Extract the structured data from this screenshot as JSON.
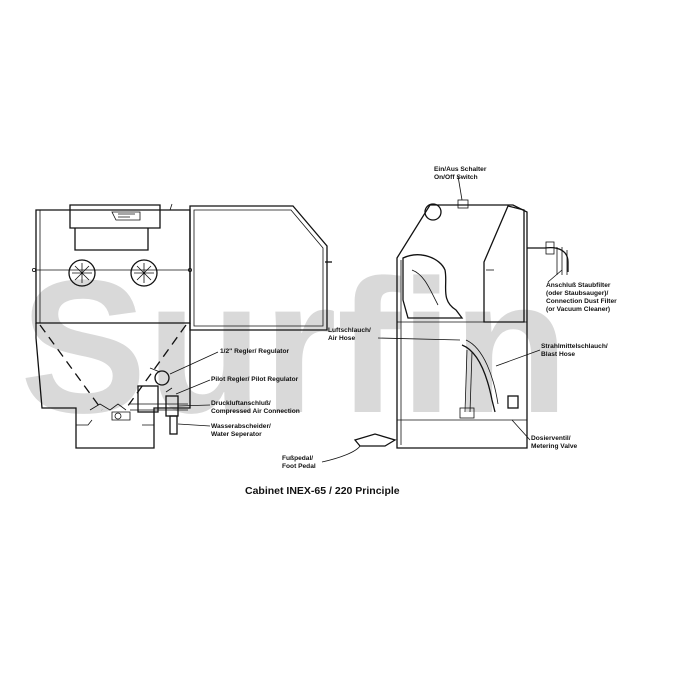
{
  "watermark": "Surfin",
  "caption": "Cabinet INEX-65 / 220 Principle",
  "labels": {
    "regulator": "1/2\" Regler/ Regulator",
    "pilot_regulator": "Pilot Regler/ Pilot Regulator",
    "compressed_air_1": "Druckluftanschluß/",
    "compressed_air_2": "Compressed Air Connection",
    "water_separator_1": "Wasserabscheider/",
    "water_separator_2": "Water Seperator",
    "foot_pedal_1": "Fußpedal/",
    "foot_pedal_2": "Foot Pedal",
    "on_off_1": "Ein/Aus Schalter",
    "on_off_2": "On/Off Switch",
    "dust_filter_1": "Anschluß Staubfilter",
    "dust_filter_2": "(oder Staubsauger)/",
    "dust_filter_3": "Connection Dust Filter",
    "dust_filter_4": "(or Vacuum Cleaner)",
    "air_hose_1": "Luftschlauch/",
    "air_hose_2": "Air Hose",
    "blast_hose_1": "Strahlmittelschlauch/",
    "blast_hose_2": "Blast Hose",
    "metering_valve_1": "Dosierventil/",
    "metering_valve_2": "Metering Valve"
  }
}
